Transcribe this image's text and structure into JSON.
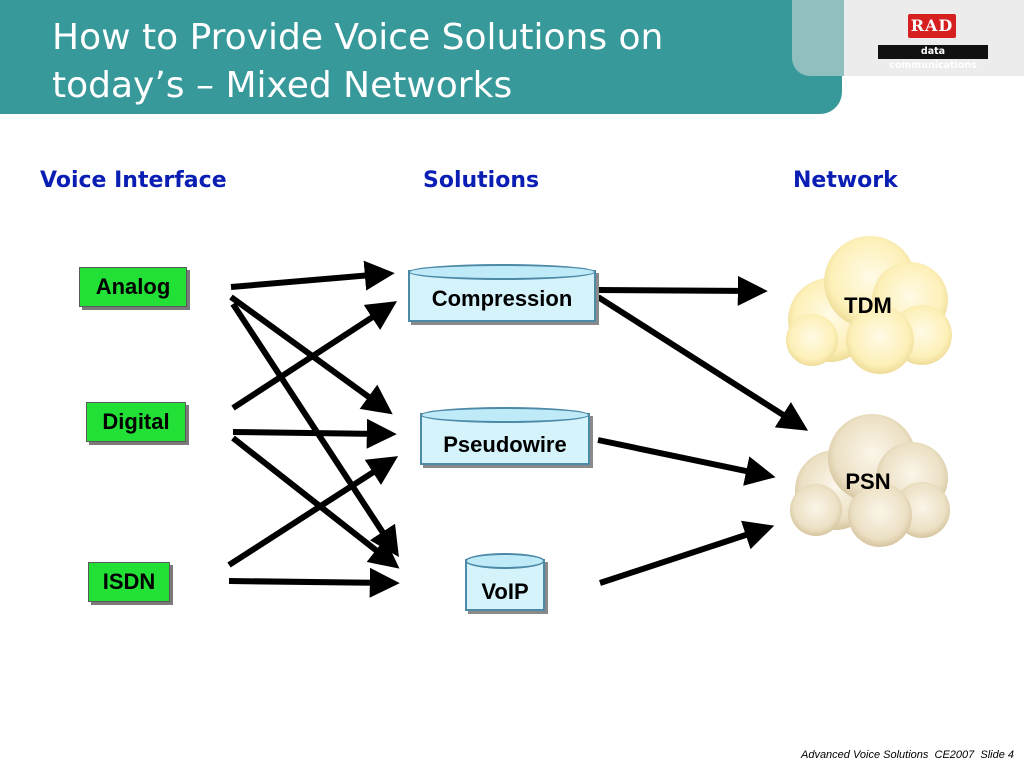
{
  "header": {
    "title_line1": "How to Provide Voice Solutions on",
    "title_line2": "today’s – Mixed Networks"
  },
  "logo": {
    "brand": "RAD",
    "tagline": "data communications",
    "colors": {
      "brand_red": "#d62020",
      "tagline_bg": "#111111"
    }
  },
  "columns": {
    "interface": "Voice Interface",
    "solutions": "Solutions",
    "network": "Network"
  },
  "interfaces": [
    {
      "label": "Analog"
    },
    {
      "label": "Digital"
    },
    {
      "label": "ISDN"
    }
  ],
  "solutions": [
    {
      "label": "Compression"
    },
    {
      "label": "Pseudowire"
    },
    {
      "label": "VoIP"
    }
  ],
  "networks": [
    {
      "label": "TDM"
    },
    {
      "label": "PSN"
    }
  ],
  "connections": [
    {
      "from": "Analog",
      "to": "Compression"
    },
    {
      "from": "Analog",
      "to": "Pseudowire"
    },
    {
      "from": "Analog",
      "to": "VoIP"
    },
    {
      "from": "Digital",
      "to": "Compression"
    },
    {
      "from": "Digital",
      "to": "Pseudowire"
    },
    {
      "from": "Digital",
      "to": "VoIP"
    },
    {
      "from": "ISDN",
      "to": "Pseudowire"
    },
    {
      "from": "ISDN",
      "to": "VoIP"
    },
    {
      "from": "Compression",
      "to": "TDM"
    },
    {
      "from": "Compression",
      "to": "PSN"
    },
    {
      "from": "Pseudowire",
      "to": "PSN"
    },
    {
      "from": "VoIP",
      "to": "PSN"
    }
  ],
  "colors": {
    "header_teal": "#37999a",
    "column_header_blue": "#0a1eb4",
    "interface_green": "#22e036",
    "cylinder_fill": "#d5f3fb",
    "cloud_tdm": "#fdf3c4",
    "cloud_psn": "#f0e6cc"
  },
  "footer": "Advanced Voice Solutions  CE2007  Slide 4"
}
